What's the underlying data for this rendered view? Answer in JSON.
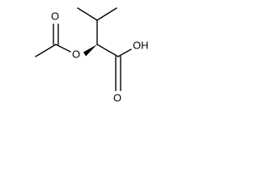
{
  "molecule": {
    "atoms": {
      "ester_oxygen": "O",
      "carbonyl_oxygen_ester": "O",
      "hydroxyl": "OH",
      "carbonyl_oxygen_acid": "O"
    },
    "stereo_bond": "wedge"
  }
}
